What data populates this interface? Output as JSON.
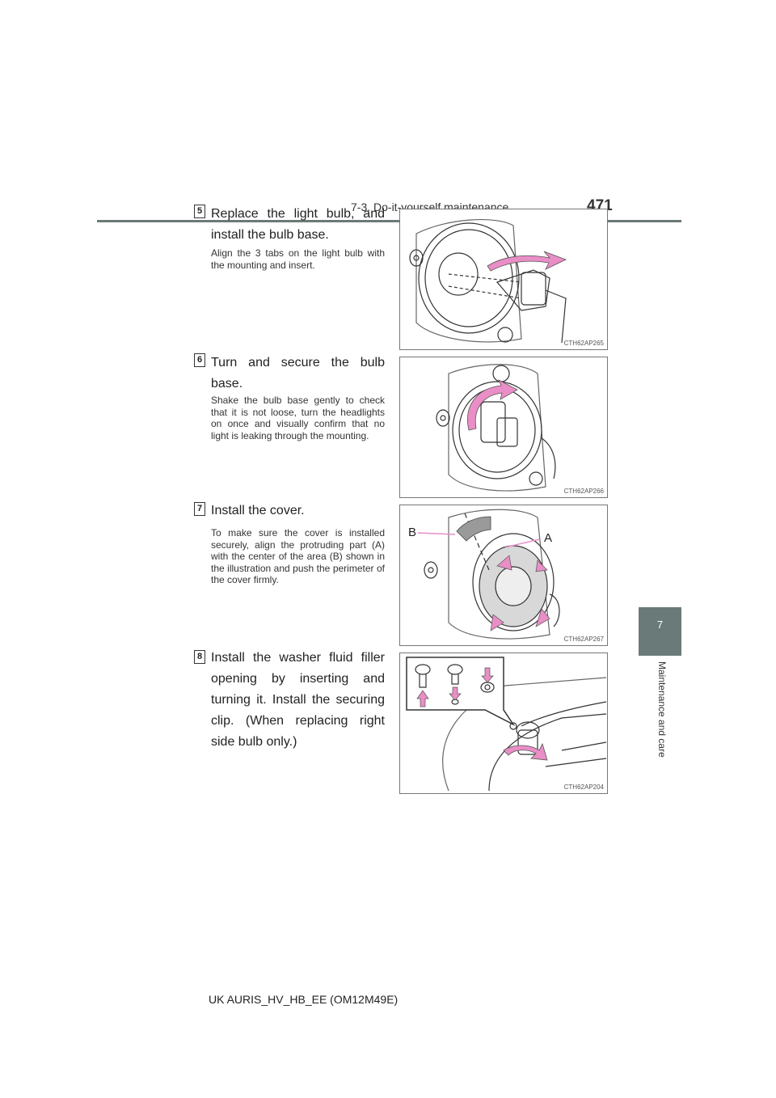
{
  "header": {
    "section": "7-3. Do-it-yourself maintenance",
    "page_number": "471"
  },
  "side_tab": {
    "number": "7",
    "label": "Maintenance and care"
  },
  "steps": [
    {
      "number": "5",
      "title": "Replace the light bulb, and install the bulb base.",
      "note": "Align the 3 tabs on the light bulb with the mounting and insert.",
      "figure_code": "CTH62AP265"
    },
    {
      "number": "6",
      "title": "Turn and secure the bulb base.",
      "note": "Shake the bulb base gently to check that it is not loose, turn the headlights on once and visually confirm that no light is leaking through the mounting.",
      "figure_code": "CTH62AP266"
    },
    {
      "number": "7",
      "title": "Install the cover.",
      "note": "To make sure the cover is installed securely, align the protruding part (A) with the center of the area (B) shown in the illustration and push the perimeter of the cover firmly.",
      "figure_code": "CTH62AP267",
      "label_a": "A",
      "label_b": "B"
    },
    {
      "number": "8",
      "title": "Install the washer fluid filler opening by inserting and turning it. Install the securing clip. (When replacing right side bulb only.)",
      "note": "",
      "figure_code": "CTH62AP204"
    }
  ],
  "footer": {
    "document_id": "UK AURIS_HV_HB_EE (OM12M49E)"
  },
  "colors": {
    "accent_gray": "#6a7a78",
    "arrow_pink": "#e98ec6"
  }
}
